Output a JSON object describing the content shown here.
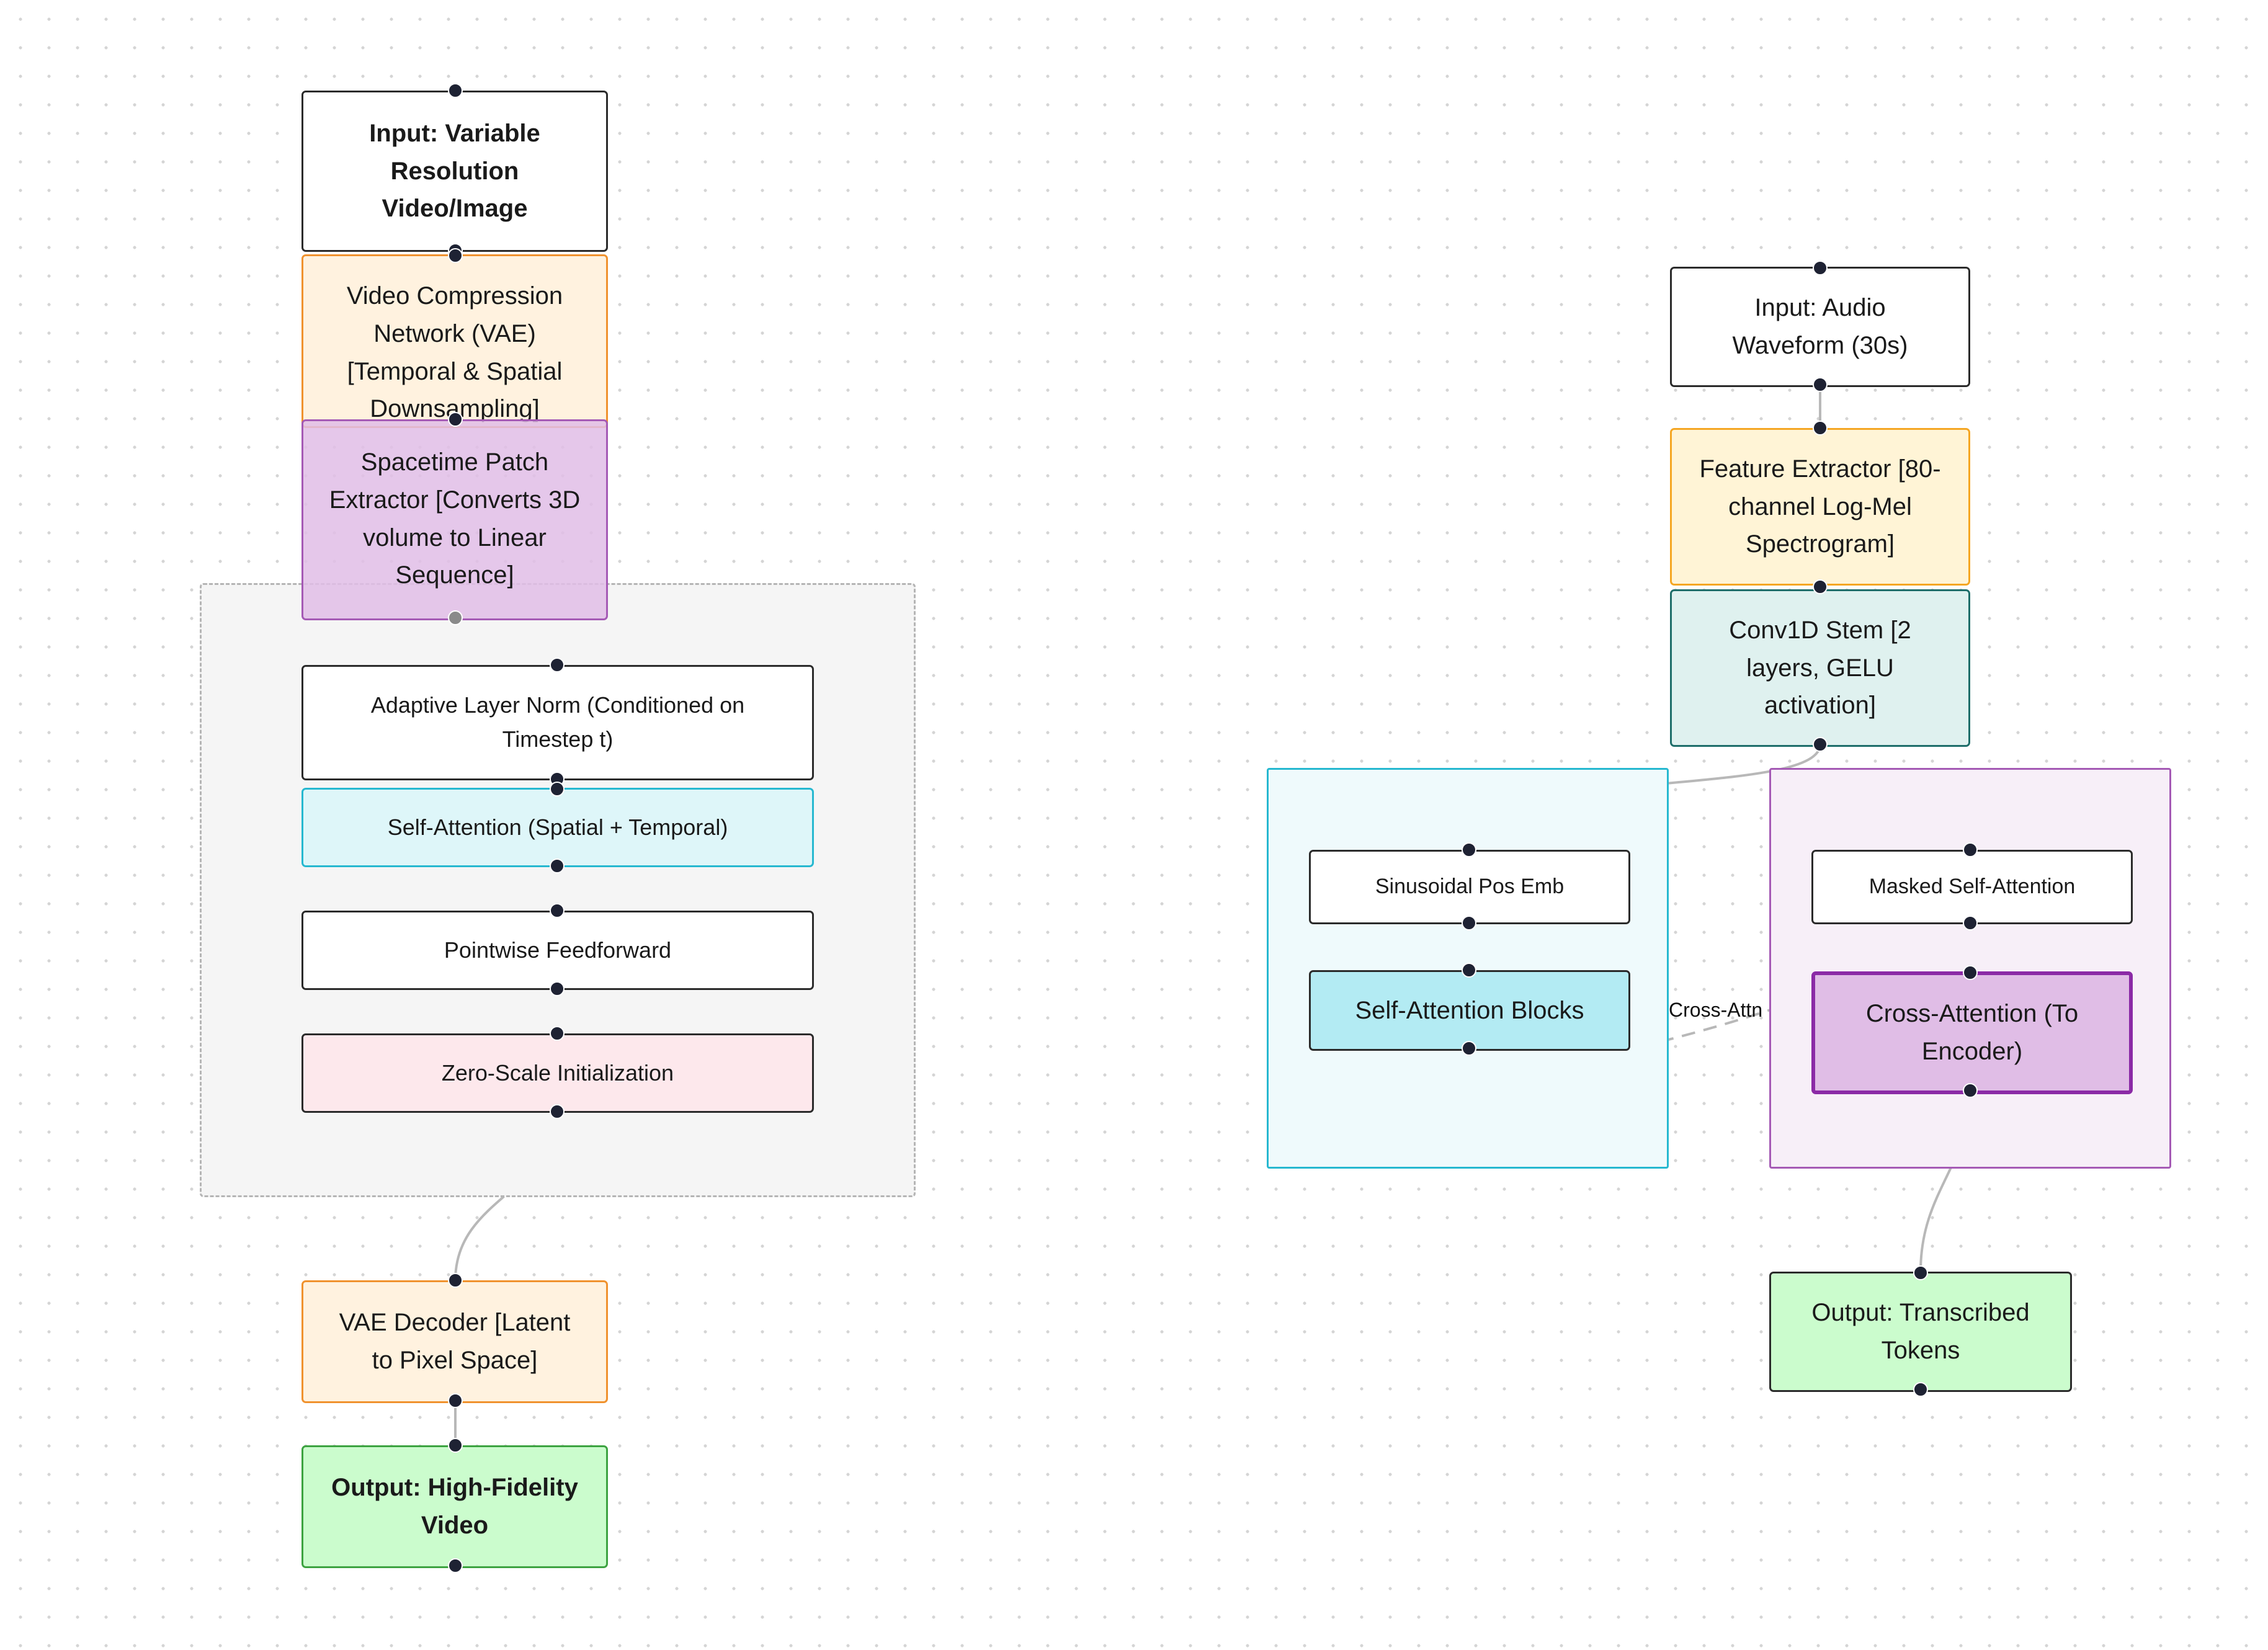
{
  "colors": {
    "edge": "#b8b8b8",
    "handle": "#1e2233",
    "orange_fill": "#fff2df",
    "orange_border": "#f0922e",
    "purple_fill": "#e0bde6",
    "purple_border": "#a55ab5",
    "cyan_fill": "#def6f9",
    "cyan_border": "#26b8d0",
    "teal_fill": "#dff1ef",
    "teal_border": "#1e6e6a",
    "pink_fill": "#fde8ec",
    "green_fill": "#cbfccd",
    "green_border": "#3da341",
    "yellow_fill": "#fff4d6",
    "yellow_border": "#f5a623"
  },
  "left_diagram": {
    "input": "Input: Variable Resolution Video/Image",
    "vae": "Video Compression Network (VAE) [Temporal & Spatial Downsampling]",
    "patch": "Spacetime Patch Extractor [Converts 3D volume to Linear Sequence]",
    "block": {
      "adaln": "Adaptive Layer Norm (Conditioned on Timestep t)",
      "self_attn": "Self-Attention (Spatial + Temporal)",
      "ffn": "Pointwise Feedforward",
      "zero": "Zero-Scale Initialization"
    },
    "decoder": "VAE Decoder [Latent to Pixel Space]",
    "output": "Output: High-Fidelity Video"
  },
  "right_diagram": {
    "input": "Input: Audio Waveform (30s)",
    "features": "Feature Extractor [80-channel Log-Mel Spectrogram]",
    "stem": "Conv1D Stem [2 layers, GELU activation]",
    "encoder": {
      "pos_emb": "Sinusoidal Pos Emb",
      "self_attn": "Self-Attention Blocks"
    },
    "decoder": {
      "masked": "Masked Self-Attention",
      "cross": "Cross-Attention (To Encoder)"
    },
    "cross_edge_label": "Cross-Attn",
    "output": "Output: Transcribed Tokens"
  }
}
